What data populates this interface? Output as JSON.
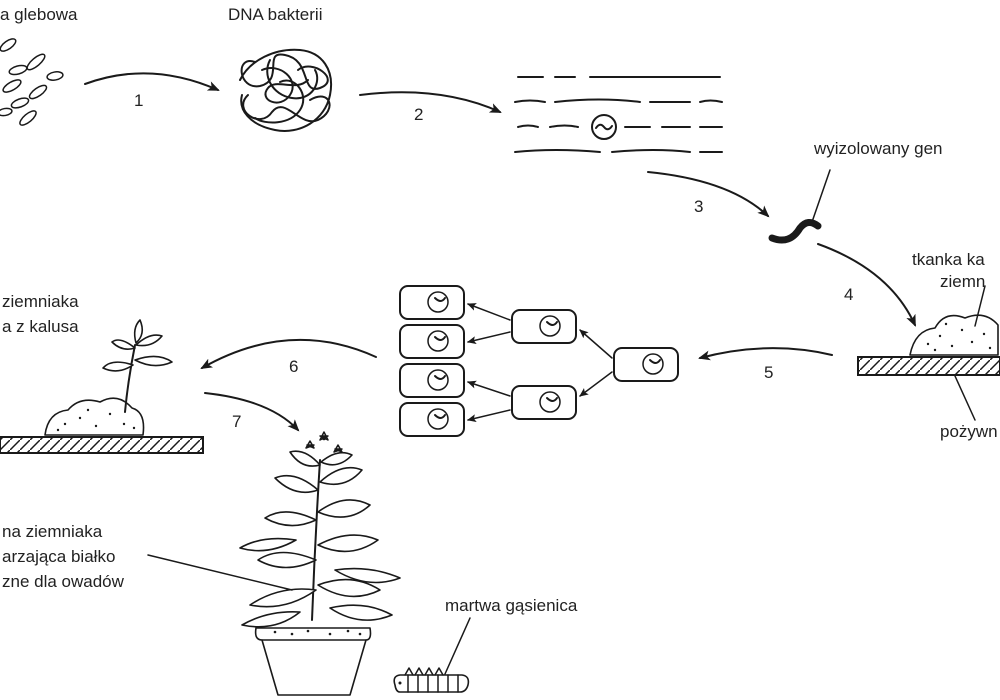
{
  "labels": {
    "bakteria": "a glebowa",
    "dna": "DNA bakterii",
    "gen": "wyizolowany gen",
    "tkanka_1": "tkanka ka",
    "tkanka_2": "ziemn",
    "pozywka": "pożywn",
    "roslina_kalus_1": "ziemniaka",
    "roslina_kalus_2": "a z kalusa",
    "roslina_dorosla_1": "na ziemniaka",
    "roslina_dorosla_2": "arzająca białko",
    "roslina_dorosla_3": "zne dla owadów",
    "gasienica": "martwa gąsienica"
  },
  "steps": [
    "1",
    "2",
    "3",
    "4",
    "5",
    "6",
    "7"
  ],
  "colors": {
    "ink": "#1a1a1a",
    "background": "#ffffff"
  }
}
